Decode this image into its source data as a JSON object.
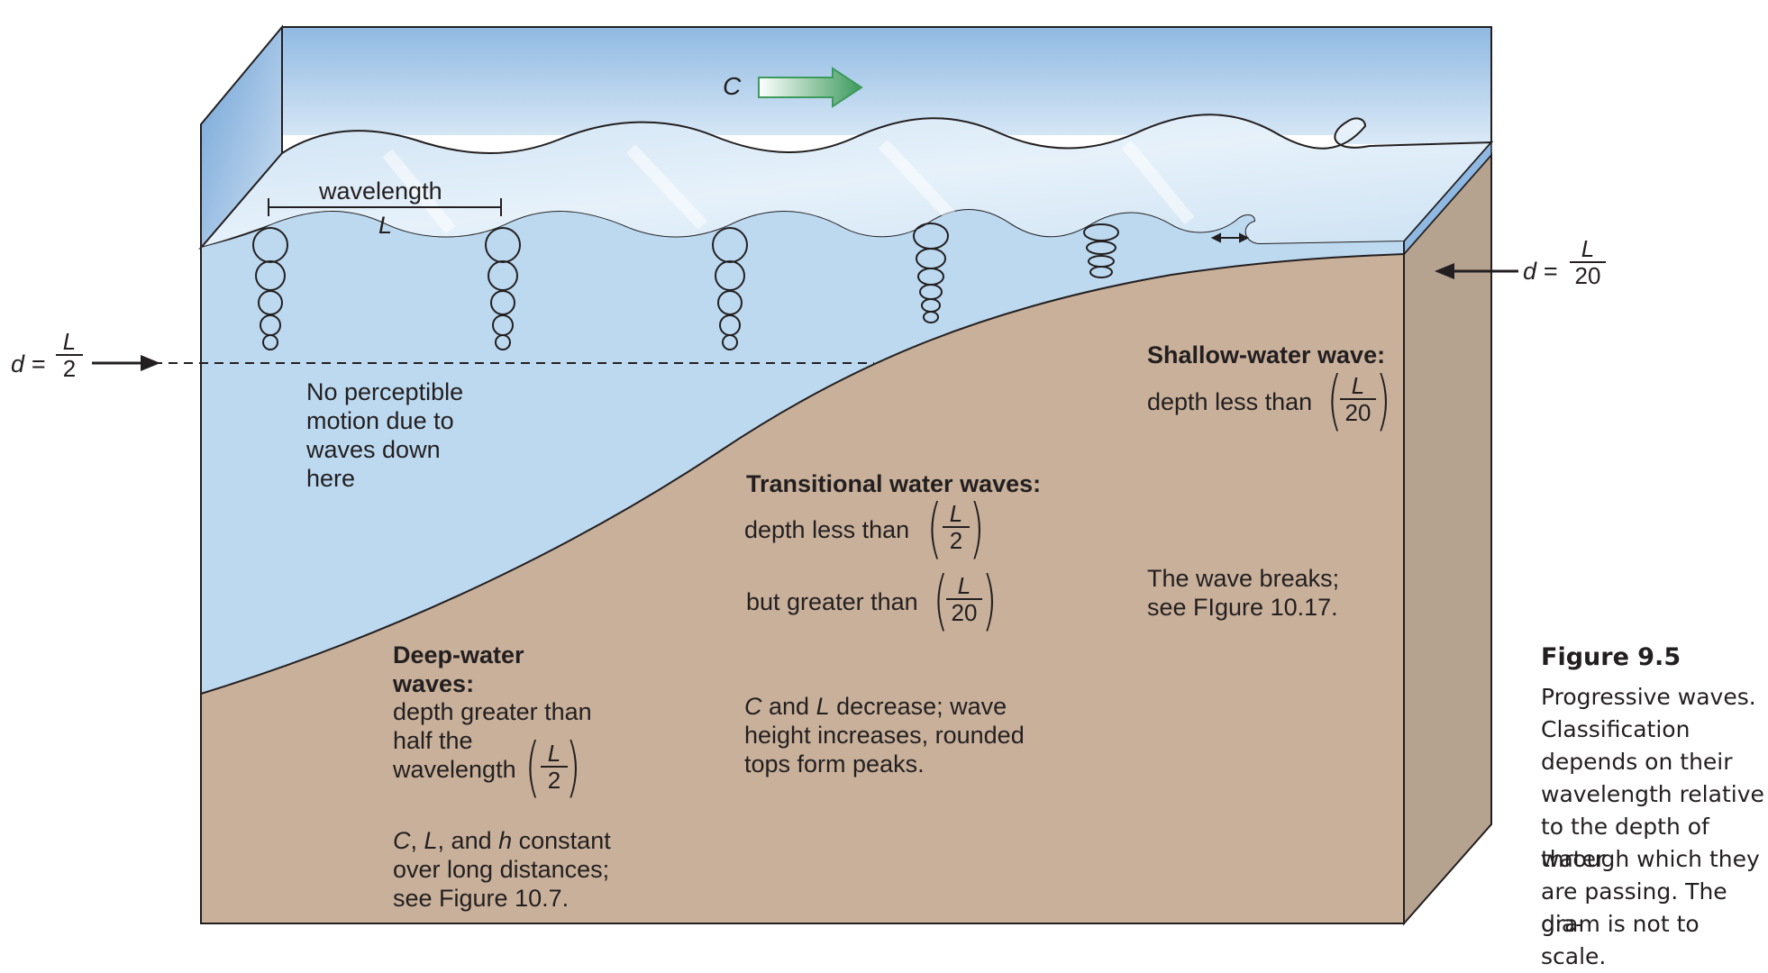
{
  "labels": {
    "celerity": "C",
    "wavelength": "wavelength",
    "wavelength_symbol": "L",
    "deep_limit": {
      "lhs": "d =",
      "num": "L",
      "den": "2"
    },
    "shallow_limit": {
      "lhs": "d =",
      "num": "L",
      "den": "20"
    },
    "no_motion": [
      "No perceptible",
      "motion due to",
      "waves down",
      "here"
    ]
  },
  "zones": {
    "deep": {
      "title": [
        "Deep-water",
        "waves:"
      ],
      "desc": [
        "depth greater than",
        "half the",
        "wavelength"
      ],
      "frac": {
        "num": "L",
        "den": "2"
      },
      "note": [
        "C, L, and h constant",
        "over long distances;",
        "see Figure 10.7."
      ]
    },
    "transitional": {
      "title": "Transitional water waves:",
      "line1": "depth less than",
      "frac1": {
        "num": "L",
        "den": "2"
      },
      "line2": "but greater than",
      "frac2": {
        "num": "L",
        "den": "20"
      },
      "note": [
        "C and L decrease; wave",
        "height increases, rounded",
        "tops form peaks."
      ]
    },
    "shallow": {
      "title": "Shallow-water wave:",
      "line1": "depth less than",
      "frac": {
        "num": "L",
        "den": "20"
      },
      "note": [
        "The wave breaks;",
        "see FIgure 10.17."
      ]
    }
  },
  "caption": {
    "title": "Figure 9.5",
    "lines": [
      "Progressive waves.",
      "Classification",
      "depends on their",
      "wavelength relative",
      "to the depth of water",
      "through which they",
      "are passing. The dia-",
      "gram is not to scale."
    ]
  },
  "colors": {
    "water": "#bcd9f0",
    "surface": "#dcecf8",
    "sediment": "#c8b09a",
    "sediment_side": "#b5a28f",
    "arrow_green": "#3c9a5c"
  }
}
